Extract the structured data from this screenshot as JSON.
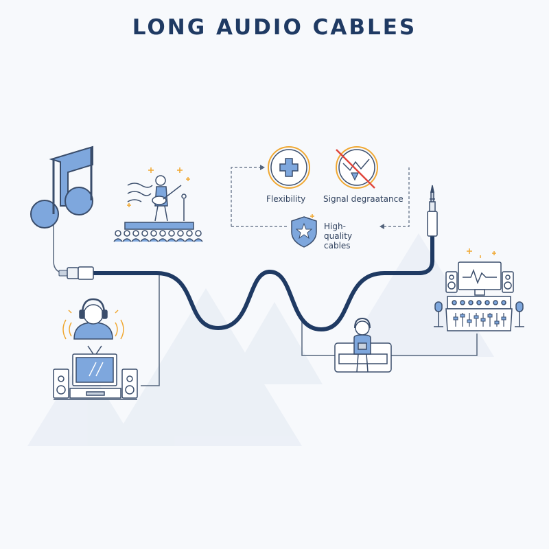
{
  "title": "LONG AUDIO CABLES",
  "benefits": {
    "flexibility": "Flexibility",
    "signal": "Signal degraatance",
    "quality": "High-quality cables"
  },
  "colors": {
    "navy": "#1f3a63",
    "line": "#3a4d6b",
    "fill": "#7ea7dd",
    "accent": "#f0a832",
    "warn": "#e0463c",
    "bg": "#f7f9fc"
  },
  "icons": [
    "music-note-icon",
    "guitarist-concert-icon",
    "flexibility-plus-icon",
    "signal-degradation-icon",
    "shield-star-icon",
    "audio-jack-icon",
    "listener-headphones-icon",
    "home-tv-stereo-icon",
    "couch-listener-icon",
    "mixing-studio-icon"
  ]
}
